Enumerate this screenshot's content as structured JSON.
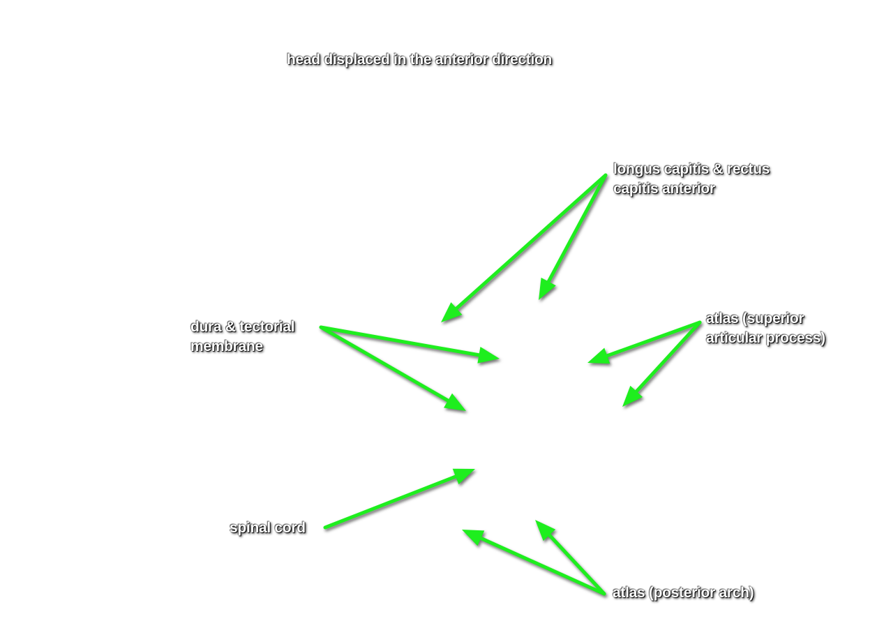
{
  "title": "head displaced in the anterior direction",
  "labels": {
    "longus": [
      "longus capitis & rectus",
      "capitis anterior"
    ],
    "dura": [
      "dura & tectorial",
      "membrane"
    ],
    "atlas_superior": [
      "atlas (superior",
      "articular process)"
    ],
    "spinal_cord": "spinal cord",
    "atlas_posterior": "atlas (posterior arch)"
  },
  "colors": {
    "arrow": "#1eee1e",
    "label_text": "#ffffff",
    "background": "#ffffff"
  }
}
